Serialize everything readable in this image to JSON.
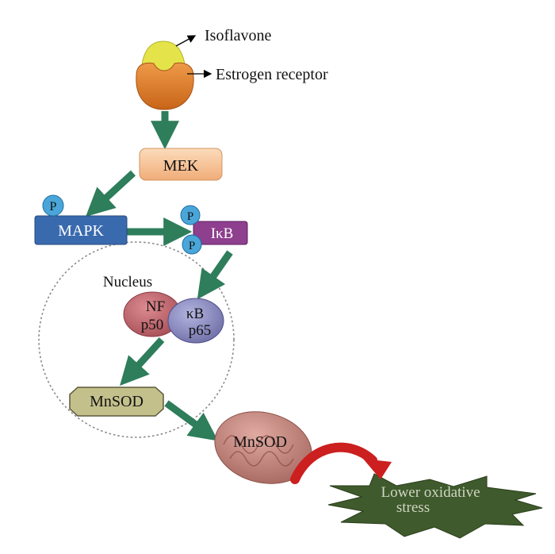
{
  "labels": {
    "isoflavone": "Isoflavone",
    "estrogen_receptor": "Estrogen receptor",
    "mek": "MEK",
    "mapk": "MAPK",
    "ikb": "IκB",
    "phospho": "P",
    "nucleus": "Nucleus",
    "nf": "NF",
    "p50": "p50",
    "kb": "κB",
    "p65": "p65",
    "mnsod_gene": "MnSOD",
    "mnsod_mito": "MnSOD",
    "outcome_line1": "Lower oxidative",
    "outcome_line2": "stress"
  },
  "colors": {
    "arrow_green": "#2e7d5b",
    "isoflavone": "#e4e44a",
    "receptor": "#e07a2a",
    "mek": "#f7c49a",
    "mapk": "#3a6aae",
    "ikb": "#8e3f8e",
    "phospho": "#4aa6d8",
    "nf_p50": "#c87076",
    "kb_p65": "#8e8ec4",
    "mnsod_box": "#c4c08c",
    "mitochondrion": "#c88a80",
    "red_arrow": "#cc1f1f",
    "star": "#3f5a2c"
  }
}
